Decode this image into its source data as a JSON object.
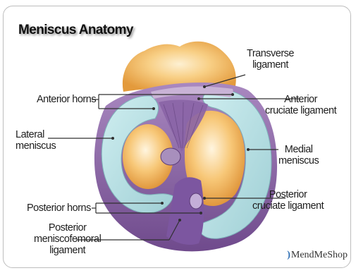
{
  "title": "Meniscus Anatomy",
  "labels": {
    "transverse_ligament": [
      "Transverse",
      "ligament"
    ],
    "anterior_horns": [
      "Anterior horns"
    ],
    "anterior_cruciate_ligament": [
      "Anterior",
      "cruciate ligament"
    ],
    "lateral_meniscus": [
      "Lateral",
      "meniscus"
    ],
    "medial_meniscus": [
      "Medial",
      "meniscus"
    ],
    "posterior_horns": [
      "Posterior horns"
    ],
    "posterior_cruciate_ligament": [
      "Posterior",
      "cruciate ligament"
    ],
    "posterior_meniscofemoral_ligament": [
      "Posterior",
      "meniscofemoral",
      "ligament"
    ]
  },
  "brand": "MendMeShop",
  "colors": {
    "meniscus": "#b3dce0",
    "ligament": "#9268ad",
    "capsule": "#6d4a88",
    "bone": "#f2b85f",
    "bone_light": "#fbe3b4",
    "leader": "#303030"
  }
}
